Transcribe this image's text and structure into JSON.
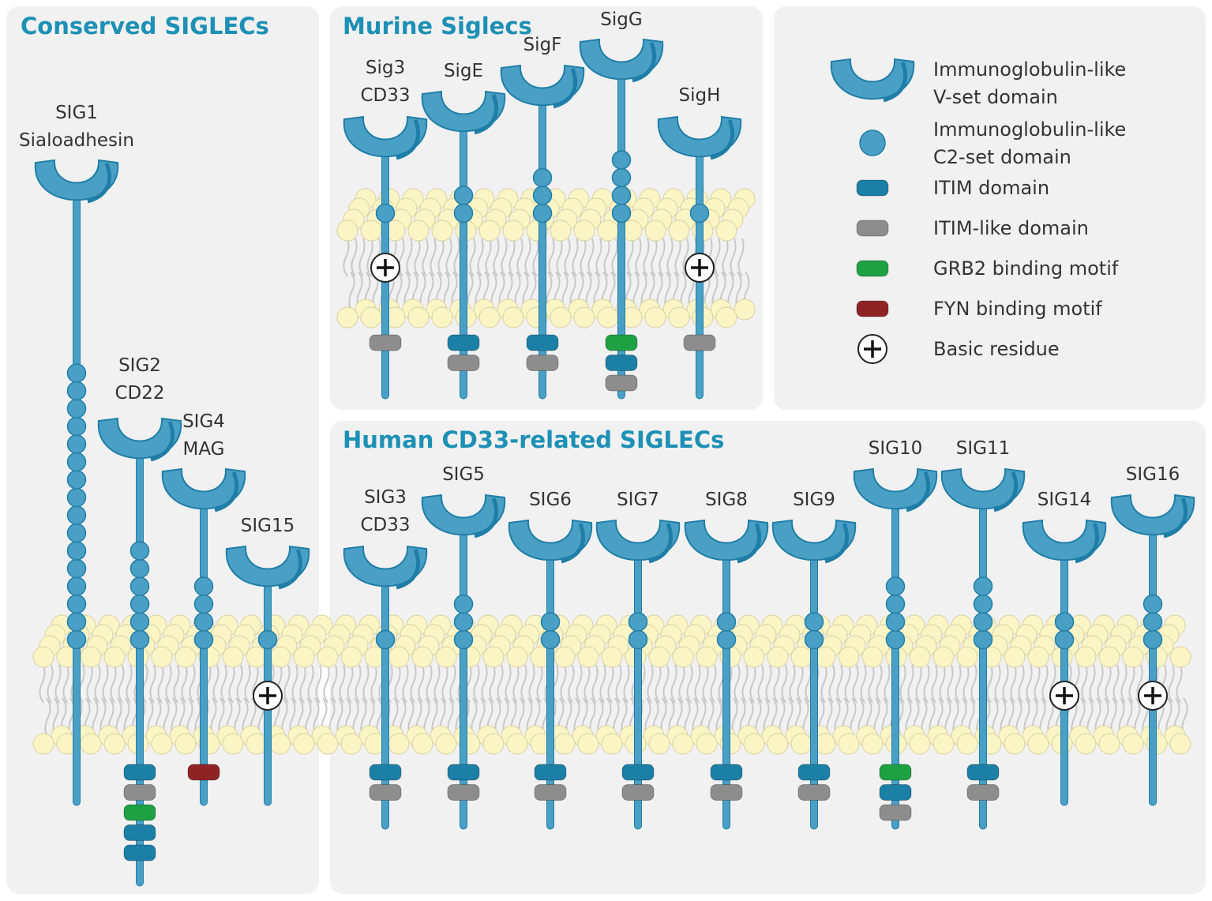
{
  "colors": {
    "panel_bg": "#f1f1f1",
    "title": "#1d90b5",
    "receptor": "#4a9fc4",
    "receptor_dark": "#1f7ea8",
    "lipid_head": "#fbf5c6",
    "lipid_tail": "#c8c8c8",
    "itim": "#1b7fa6",
    "itim_like": "#8d8d8d",
    "grb2": "#1ea142",
    "fyn": "#8e2325",
    "label_text": "#333333"
  },
  "panels": {
    "conserved": {
      "title": "Conserved SIGLECs"
    },
    "murine": {
      "title": "Murine Siglecs"
    },
    "human": {
      "title": "Human CD33-related SIGLECs"
    }
  },
  "receptors": [
    {
      "id": "sig1",
      "group": "conserved",
      "label": [
        "SIG1",
        "Sialoadhesin"
      ],
      "c2_domains": 16,
      "basic_residue": false,
      "motifs": []
    },
    {
      "id": "sig2",
      "group": "conserved",
      "label": [
        "SIG2",
        "CD22"
      ],
      "c2_domains": 6,
      "basic_residue": false,
      "motifs": [
        "itim",
        "itim_like",
        "grb2",
        "itim",
        "itim"
      ]
    },
    {
      "id": "sig4",
      "group": "conserved",
      "label": [
        "SIG4",
        "MAG"
      ],
      "c2_domains": 4,
      "basic_residue": false,
      "motifs": [
        "fyn"
      ]
    },
    {
      "id": "sig15",
      "group": "conserved",
      "label": [
        "SIG15"
      ],
      "c2_domains": 1,
      "basic_residue": true,
      "motifs": []
    },
    {
      "id": "msig3",
      "group": "murine",
      "label": [
        "Sig3",
        "CD33"
      ],
      "c2_domains": 1,
      "basic_residue": true,
      "motifs": [
        "itim_like"
      ]
    },
    {
      "id": "sige",
      "group": "murine",
      "label": [
        "SigE"
      ],
      "c2_domains": 2,
      "basic_residue": false,
      "motifs": [
        "itim",
        "itim_like"
      ]
    },
    {
      "id": "sigf",
      "group": "murine",
      "label": [
        "SigF"
      ],
      "c2_domains": 3,
      "basic_residue": false,
      "motifs": [
        "itim",
        "itim_like"
      ]
    },
    {
      "id": "sigg",
      "group": "murine",
      "label": [
        "SigG"
      ],
      "c2_domains": 4,
      "basic_residue": false,
      "motifs": [
        "grb2",
        "itim",
        "itim_like"
      ]
    },
    {
      "id": "sigh",
      "group": "murine",
      "label": [
        "SigH"
      ],
      "c2_domains": 1,
      "basic_residue": true,
      "motifs": [
        "itim_like"
      ]
    },
    {
      "id": "hsig3",
      "group": "human",
      "label": [
        "SIG3",
        "CD33"
      ],
      "c2_domains": 1,
      "basic_residue": false,
      "motifs": [
        "itim",
        "itim_like"
      ]
    },
    {
      "id": "sig5",
      "group": "human",
      "label": [
        "SIG5"
      ],
      "c2_domains": 3,
      "basic_residue": false,
      "motifs": [
        "itim",
        "itim_like"
      ]
    },
    {
      "id": "sig6",
      "group": "human",
      "label": [
        "SIG6"
      ],
      "c2_domains": 2,
      "basic_residue": false,
      "motifs": [
        "itim",
        "itim_like"
      ]
    },
    {
      "id": "sig7",
      "group": "human",
      "label": [
        "SIG7"
      ],
      "c2_domains": 2,
      "basic_residue": false,
      "motifs": [
        "itim",
        "itim_like"
      ]
    },
    {
      "id": "sig8",
      "group": "human",
      "label": [
        "SIG8"
      ],
      "c2_domains": 2,
      "basic_residue": false,
      "motifs": [
        "itim",
        "itim_like"
      ]
    },
    {
      "id": "sig9",
      "group": "human",
      "label": [
        "SIG9"
      ],
      "c2_domains": 2,
      "basic_residue": false,
      "motifs": [
        "itim",
        "itim_like"
      ]
    },
    {
      "id": "sig10",
      "group": "human",
      "label": [
        "SIG10"
      ],
      "c2_domains": 4,
      "basic_residue": false,
      "motifs": [
        "grb2",
        "itim",
        "itim_like"
      ]
    },
    {
      "id": "sig11",
      "group": "human",
      "label": [
        "SIG11"
      ],
      "c2_domains": 4,
      "basic_residue": false,
      "motifs": [
        "itim",
        "itim_like"
      ]
    },
    {
      "id": "sig14",
      "group": "human",
      "label": [
        "SIG14"
      ],
      "c2_domains": 2,
      "basic_residue": true,
      "motifs": []
    },
    {
      "id": "sig16",
      "group": "human",
      "label": [
        "SIG16"
      ],
      "c2_domains": 3,
      "basic_residue": true,
      "motifs": []
    }
  ],
  "legend": [
    {
      "key": "vset",
      "icon": "vset-domain-icon",
      "lines": [
        "Immunoglobulin-like",
        "V-set domain"
      ]
    },
    {
      "key": "c2set",
      "icon": "c2set-domain-icon",
      "lines": [
        "Immunoglobulin-like",
        "C2-set domain"
      ]
    },
    {
      "key": "itim",
      "icon": "itim-domain-icon",
      "lines": [
        "ITIM domain"
      ]
    },
    {
      "key": "itim_like",
      "icon": "itim-like-domain-icon",
      "lines": [
        "ITIM-like domain"
      ]
    },
    {
      "key": "grb2",
      "icon": "grb2-motif-icon",
      "lines": [
        "GRB2 binding motif"
      ]
    },
    {
      "key": "fyn",
      "icon": "fyn-motif-icon",
      "lines": [
        "FYN binding motif"
      ]
    },
    {
      "key": "basic",
      "icon": "basic-residue-icon",
      "lines": [
        "Basic residue"
      ]
    }
  ]
}
